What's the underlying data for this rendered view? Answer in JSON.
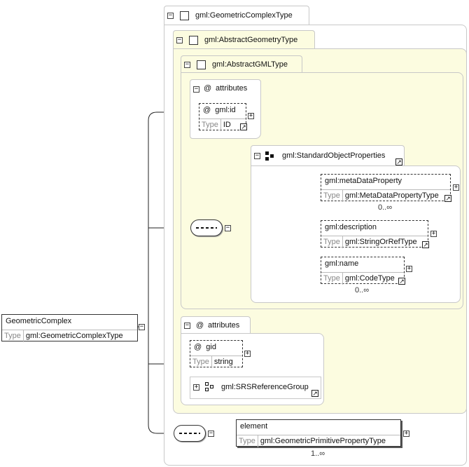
{
  "root": {
    "name": "GeometricComplex",
    "type_label": "Type",
    "type_value": "gml:GeometricComplexType"
  },
  "complex_type": {
    "title": "gml:GeometricComplexType"
  },
  "abstract_geometry": {
    "title": "gml:AbstractGeometryType"
  },
  "abstract_gml": {
    "title": "gml:AbstractGMLType"
  },
  "attributes1": {
    "symbol": "@",
    "title": "attributes",
    "id_attr": {
      "symbol": "@",
      "name": "gml:id",
      "type_label": "Type",
      "type_value": "ID"
    }
  },
  "standard_props": {
    "title": "gml:StandardObjectProperties",
    "items": [
      {
        "name": "gml:metaDataProperty",
        "type_label": "Type",
        "type_value": "gml:MetaDataPropertyType",
        "occurrence": "0..∞"
      },
      {
        "name": "gml:description",
        "type_label": "Type",
        "type_value": "gml:StringOrRefType",
        "occurrence": ""
      },
      {
        "name": "gml:name",
        "type_label": "Type",
        "type_value": "gml:CodeType",
        "occurrence": "0..∞"
      }
    ]
  },
  "attributes2": {
    "symbol": "@",
    "title": "attributes",
    "gid_attr": {
      "symbol": "@",
      "name": "gid",
      "type_label": "Type",
      "type_value": "string"
    },
    "group": {
      "name": "gml:SRSReferenceGroup"
    }
  },
  "element": {
    "name": "element",
    "type_label": "Type",
    "type_value": "gml:GeometricPrimitivePropertyType",
    "occurrence": "1..∞"
  },
  "toggle": {
    "collapse": "−",
    "expand": "+"
  }
}
